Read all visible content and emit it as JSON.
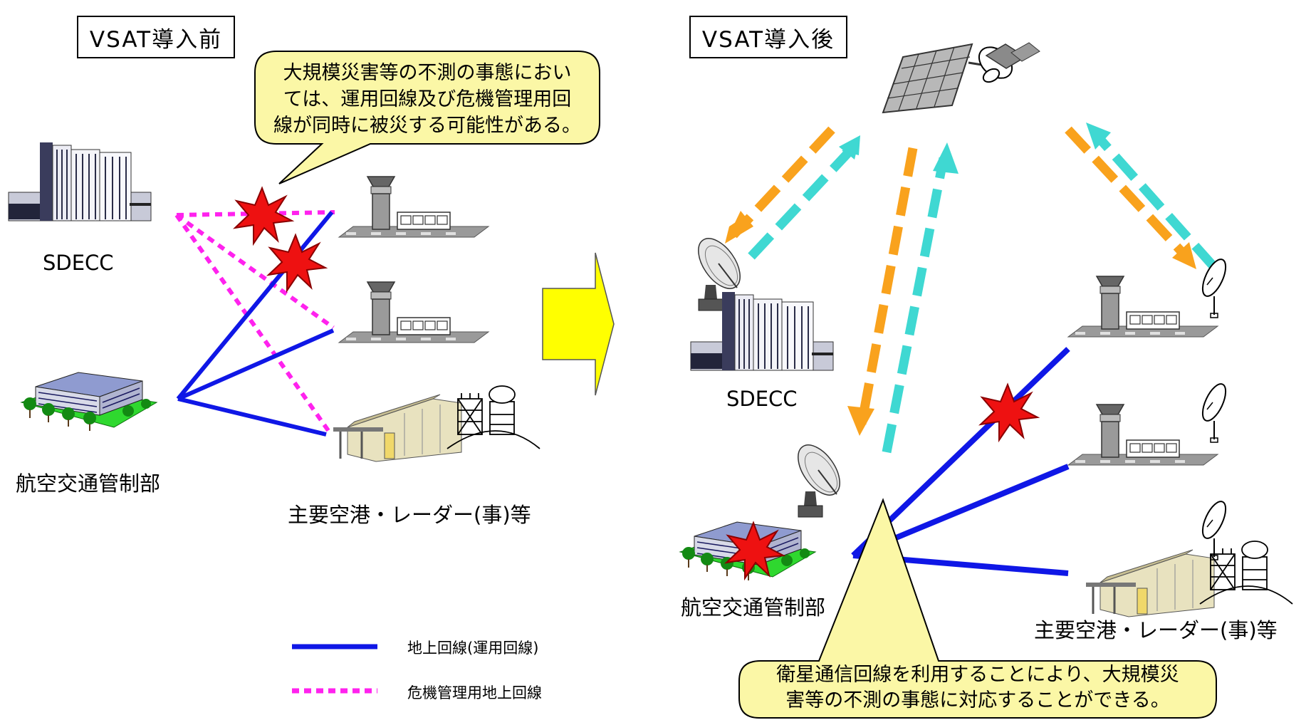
{
  "panels": {
    "before_title": "VSAT導入前",
    "after_title": "VSAT導入後"
  },
  "labels": {
    "sdecc": "SDECC",
    "atc": "航空交通管制部",
    "airports": "主要空港・レーダー(事)等"
  },
  "callouts": {
    "before": [
      "大規模災害等の不測の事態におい",
      "ては、運用回線及び危機管理用回",
      "線が同時に被災する可能性がある。"
    ],
    "after": [
      "衛星通信回線を利用することにより、大規模災",
      "害等の不測の事態に対応することができる。"
    ]
  },
  "legend": {
    "ground_line": "地上回線(運用回線)",
    "crisis_line": "危機管理用地上回線"
  },
  "colors": {
    "ground_line": "#0f17e6",
    "crisis_line": "#ff22ee",
    "uplink": "#3fd8d2",
    "downlink": "#f9a21d",
    "callout_fill": "#fbf7a6",
    "arrow_fill": "#ffff00",
    "burst": "#ee1111"
  }
}
